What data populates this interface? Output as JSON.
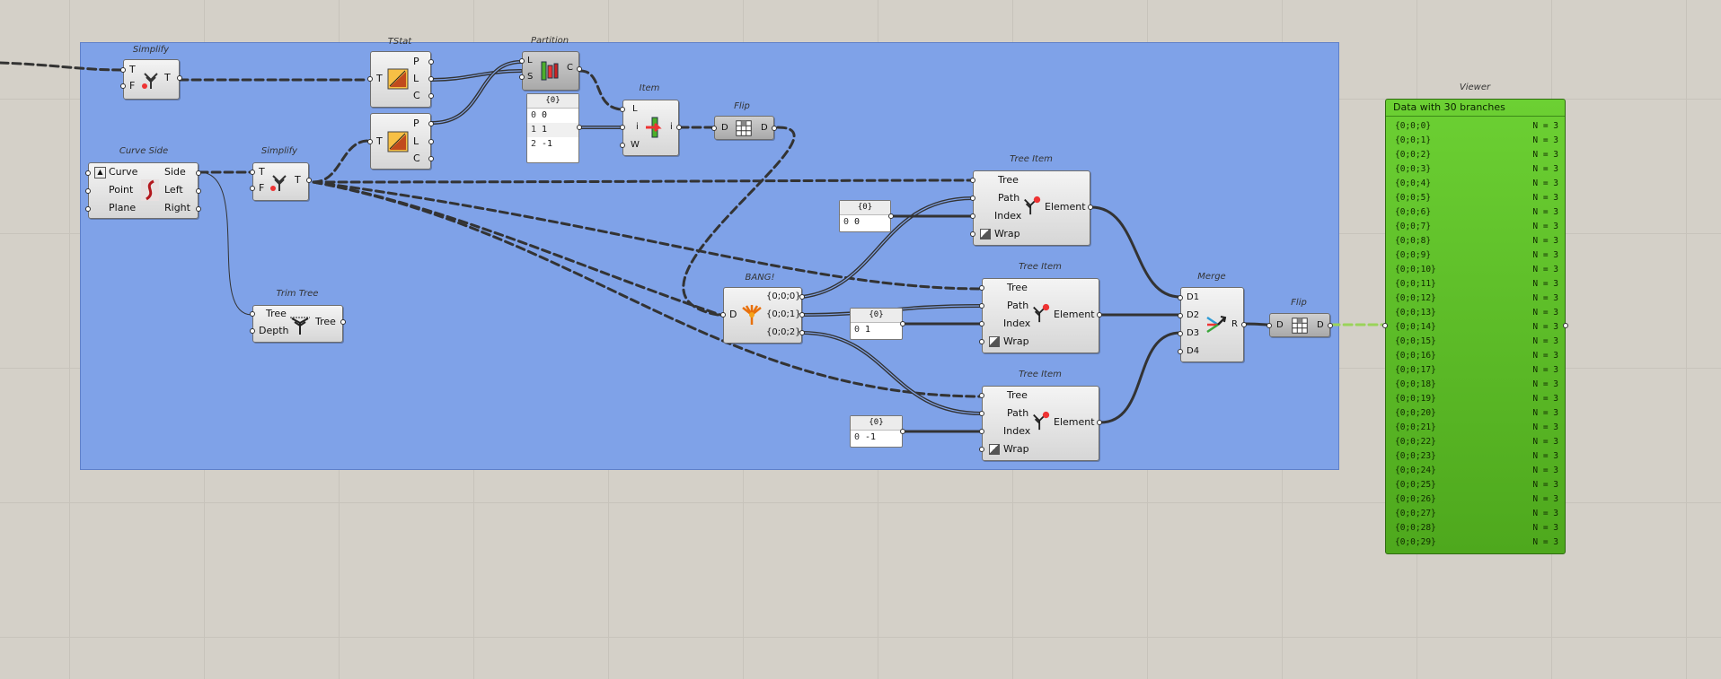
{
  "colors": {
    "canvas_bg": "#d4d0c8",
    "group_bg": "#7fa2e8",
    "viewer_bg": "#5cbf24",
    "wire": "#333333",
    "data_wire": "#9ad35a"
  },
  "components": {
    "simplify1": {
      "caption": "Simplify",
      "in": [
        "T",
        "F"
      ],
      "out": [
        "T"
      ],
      "icon": "simplify-tree-icon"
    },
    "tstat1": {
      "caption": "TStat",
      "in": [
        "T"
      ],
      "out": [
        "P",
        "L",
        "C"
      ],
      "icon": "tree-statistics-icon"
    },
    "tstat2": {
      "in": [
        "T"
      ],
      "out": [
        "P",
        "L",
        "C"
      ],
      "icon": "tree-statistics-icon"
    },
    "partition": {
      "caption": "Partition",
      "in": [
        "L",
        "S"
      ],
      "out": [
        "C"
      ],
      "icon": "partition-list-icon"
    },
    "item": {
      "caption": "Item",
      "in": [
        "L",
        "i",
        "W"
      ],
      "out": [
        "i"
      ],
      "icon": "list-item-icon"
    },
    "flip1": {
      "caption": "Flip",
      "in": [
        "D"
      ],
      "out": [
        "D"
      ],
      "icon": "flip-matrix-icon"
    },
    "curve_side": {
      "caption": "Curve Side",
      "in": [
        "Curve",
        "Point",
        "Plane"
      ],
      "out": [
        "Side",
        "Left",
        "Right"
      ],
      "icon": "curve-side-icon"
    },
    "simplify2": {
      "caption": "Simplify",
      "in": [
        "T",
        "F"
      ],
      "out": [
        "T"
      ],
      "icon": "simplify-tree-icon"
    },
    "trim_tree": {
      "caption": "Trim Tree",
      "in": [
        "Tree",
        "Depth"
      ],
      "out": [
        "Tree"
      ],
      "icon": "trim-tree-icon"
    },
    "bang": {
      "caption": "BANG!",
      "in": [
        "D"
      ],
      "out": [
        "{0;0;0}",
        "{0;0;1}",
        "{0;0;2}"
      ],
      "icon": "explode-tree-icon"
    },
    "tree_item1": {
      "caption": "Tree Item",
      "in": [
        "Tree",
        "Path",
        "Index",
        "Wrap"
      ],
      "out": [
        "Element"
      ],
      "icon": "tree-item-icon"
    },
    "tree_item2": {
      "caption": "Tree Item",
      "in": [
        "Tree",
        "Path",
        "Index",
        "Wrap"
      ],
      "out": [
        "Element"
      ],
      "icon": "tree-item-icon"
    },
    "tree_item3": {
      "caption": "Tree Item",
      "in": [
        "Tree",
        "Path",
        "Index",
        "Wrap"
      ],
      "out": [
        "Element"
      ],
      "icon": "tree-item-icon"
    },
    "merge": {
      "caption": "Merge",
      "in": [
        "D1",
        "D2",
        "D3",
        "D4"
      ],
      "out": [
        "R"
      ],
      "icon": "merge-streams-icon"
    },
    "flip2": {
      "caption": "Flip",
      "in": [
        "D"
      ],
      "out": [
        "D"
      ],
      "icon": "flip-matrix-icon"
    }
  },
  "panels": {
    "partition_sizes": {
      "header": "{0}",
      "rows": [
        {
          "i": "0",
          "v": "0"
        },
        {
          "i": "1",
          "v": "1"
        },
        {
          "i": "2",
          "v": "-1"
        }
      ]
    },
    "index_0": {
      "header": "{0}",
      "rows": [
        {
          "i": "0",
          "v": "0"
        }
      ]
    },
    "index_1": {
      "header": "{0}",
      "rows": [
        {
          "i": "0",
          "v": "1"
        }
      ]
    },
    "index_neg1": {
      "header": "{0}",
      "rows": [
        {
          "i": "0",
          "v": "-1"
        }
      ]
    }
  },
  "viewer": {
    "caption": "Viewer",
    "header": "Data with 30 branches",
    "branches": [
      {
        "path": "{0;0;0}",
        "n": "N = 3"
      },
      {
        "path": "{0;0;1}",
        "n": "N = 3"
      },
      {
        "path": "{0;0;2}",
        "n": "N = 3"
      },
      {
        "path": "{0;0;3}",
        "n": "N = 3"
      },
      {
        "path": "{0;0;4}",
        "n": "N = 3"
      },
      {
        "path": "{0;0;5}",
        "n": "N = 3"
      },
      {
        "path": "{0;0;6}",
        "n": "N = 3"
      },
      {
        "path": "{0;0;7}",
        "n": "N = 3"
      },
      {
        "path": "{0;0;8}",
        "n": "N = 3"
      },
      {
        "path": "{0;0;9}",
        "n": "N = 3"
      },
      {
        "path": "{0;0;10}",
        "n": "N = 3"
      },
      {
        "path": "{0;0;11}",
        "n": "N = 3"
      },
      {
        "path": "{0;0;12}",
        "n": "N = 3"
      },
      {
        "path": "{0;0;13}",
        "n": "N = 3"
      },
      {
        "path": "{0;0;14}",
        "n": "N = 3"
      },
      {
        "path": "{0;0;15}",
        "n": "N = 3"
      },
      {
        "path": "{0;0;16}",
        "n": "N = 3"
      },
      {
        "path": "{0;0;17}",
        "n": "N = 3"
      },
      {
        "path": "{0;0;18}",
        "n": "N = 3"
      },
      {
        "path": "{0;0;19}",
        "n": "N = 3"
      },
      {
        "path": "{0;0;20}",
        "n": "N = 3"
      },
      {
        "path": "{0;0;21}",
        "n": "N = 3"
      },
      {
        "path": "{0;0;22}",
        "n": "N = 3"
      },
      {
        "path": "{0;0;23}",
        "n": "N = 3"
      },
      {
        "path": "{0;0;24}",
        "n": "N = 3"
      },
      {
        "path": "{0;0;25}",
        "n": "N = 3"
      },
      {
        "path": "{0;0;26}",
        "n": "N = 3"
      },
      {
        "path": "{0;0;27}",
        "n": "N = 3"
      },
      {
        "path": "{0;0;28}",
        "n": "N = 3"
      },
      {
        "path": "{0;0;29}",
        "n": "N = 3"
      }
    ]
  }
}
